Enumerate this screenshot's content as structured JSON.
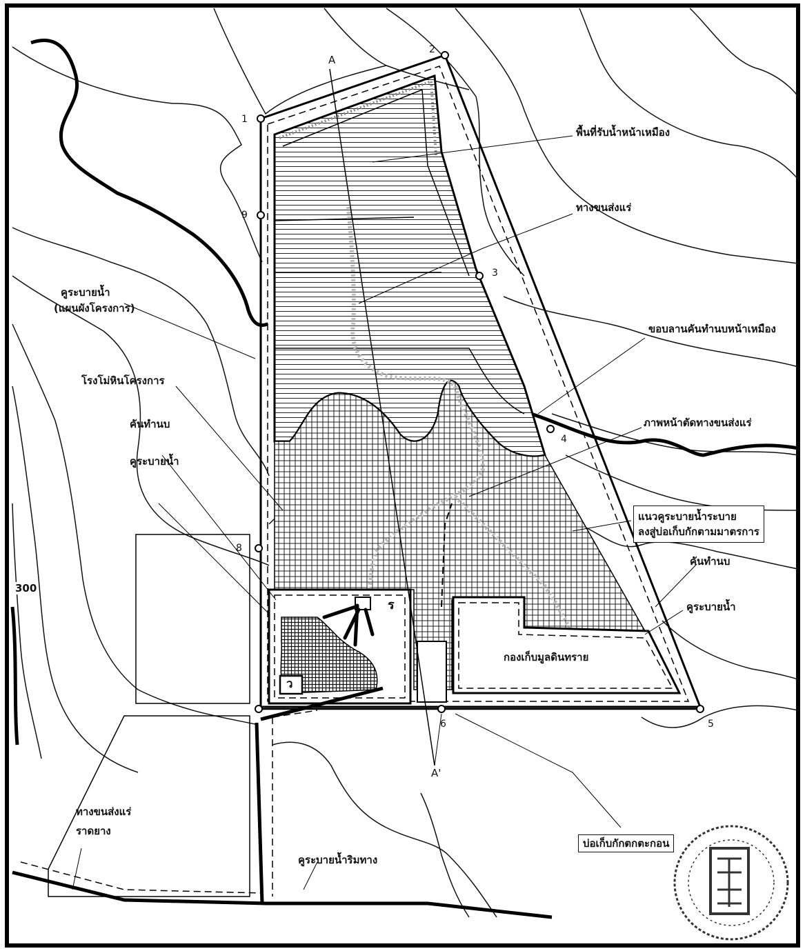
{
  "labels": {
    "catchment": "พื้นที่รับน้ำหน้าเหมือง",
    "haul_road": "ทางขนส่งแร่",
    "drain_plan": "คูระบายน้ำ",
    "drain_plan_sub": "(แผนผังโครงการ)",
    "terrace_edge": "ขอบลานคันทำนบหน้าเหมือง",
    "crusher": "โรงโม่หินโครงการ",
    "road_section": "ภาพหน้าตัดทางขนส่งแร่",
    "embankment_left": "คันทำนบ",
    "drain_left": "คูระบายน้ำ",
    "drain_route_1": "แนวคูระบายน้ำระบาย",
    "drain_route_2": "ลงสู่บ่อเก็บกักตามมาตรการ",
    "embankment_right": "คันทำนบ",
    "drain_right": "คูระบายน้ำ",
    "soil_pile": "กองเก็บมูลดินทราย",
    "sediment_pond": "บ่อเก็บกักตกตะกอน",
    "paved_road_1": "ทางขนส่งแร่",
    "paved_road_2": "ราดยาง",
    "roadside_drain": "คูระบายน้ำริมทาง",
    "contour_300": "300",
    "section_a": "A",
    "section_a_prime": "A'",
    "building_r": "ร",
    "building_w": "ว"
  },
  "points": [
    "1",
    "2",
    "3",
    "4",
    "5",
    "6",
    "8",
    "9"
  ]
}
